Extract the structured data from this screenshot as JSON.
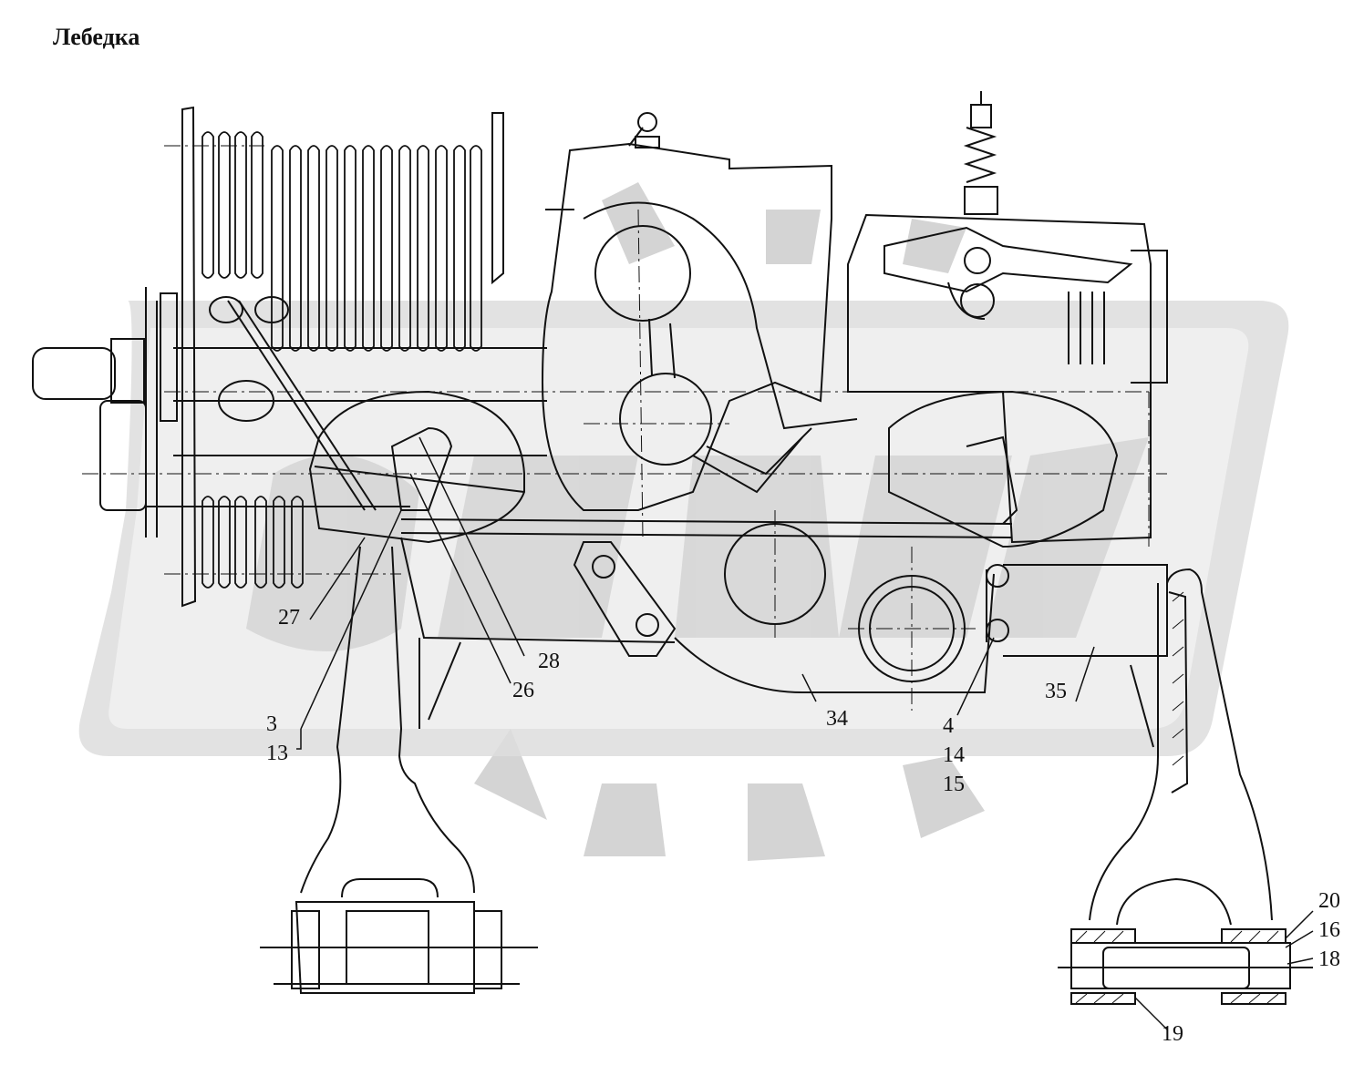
{
  "title": "Лебедка",
  "callouts": {
    "c27": "27",
    "c28": "28",
    "c26": "26",
    "c3": "3",
    "c13": "13",
    "c34": "34",
    "c4": "4",
    "c14": "14",
    "c15": "15",
    "c35": "35",
    "c20": "20",
    "c16": "16",
    "c18": "18",
    "c19": "19"
  },
  "colors": {
    "line": "#111111",
    "watermark": "#d2d2d2",
    "watermark_inner": "#e4e4e4"
  }
}
